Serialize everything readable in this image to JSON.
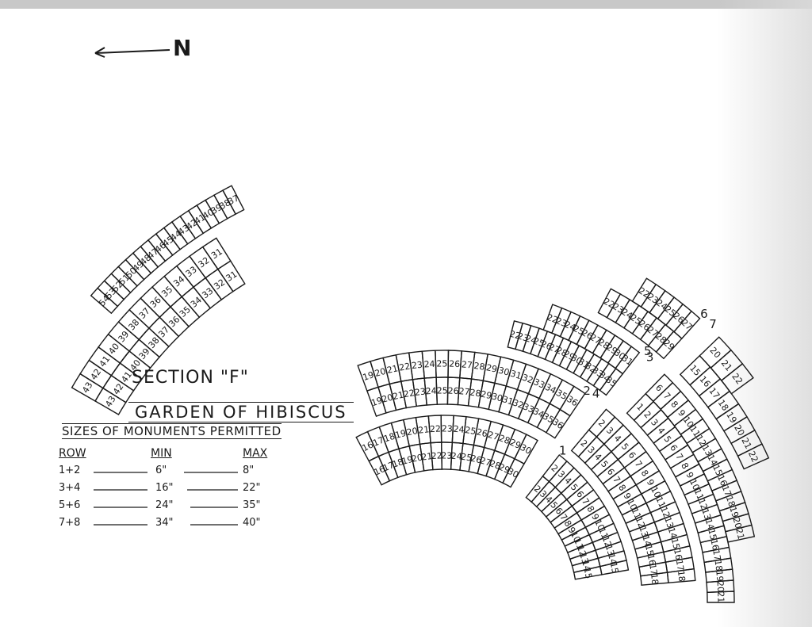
{
  "compass": {
    "label": "N"
  },
  "section_title": "SECTION \"F\"",
  "garden_title": "GARDEN OF HIBISCUS",
  "sizes_title": "SIZES OF MONUMENTS PERMITTED",
  "table": {
    "headers": {
      "row": "ROW",
      "min": "MIN",
      "max": "MAX"
    },
    "rows": [
      {
        "row": "1+2",
        "min": "6\"",
        "max": "8\""
      },
      {
        "row": "3+4",
        "min": "16\"",
        "max": "22\""
      },
      {
        "row": "5+6",
        "min": "24\"",
        "max": "35\""
      },
      {
        "row": "7+8",
        "min": "34\"",
        "max": "40\""
      }
    ]
  },
  "row_markers": [
    "1",
    "2",
    "3",
    "4",
    "5",
    "6",
    "7"
  ],
  "plots": {
    "top_arc_1": [
      "54",
      "53",
      "52",
      "51",
      "50",
      "49",
      "48",
      "47",
      "46",
      "45",
      "44",
      "43",
      "42",
      "41",
      "40",
      "39",
      "38",
      "37"
    ],
    "top_arc_2": [
      "43",
      "42",
      "41",
      "40",
      "39",
      "38",
      "37",
      "36",
      "35",
      "34",
      "33",
      "32",
      "31"
    ],
    "top_arc_3": [
      "43",
      "42",
      "41",
      "40",
      "39",
      "38",
      "37",
      "36",
      "35",
      "34",
      "33",
      "32",
      "31"
    ],
    "rows_1_2": {
      "row_1": [
        "15",
        "14",
        "13",
        "12",
        "11",
        "10",
        "9",
        "8",
        "7",
        "6",
        "5",
        "4",
        "3",
        "2"
      ],
      "row_2": [
        "15",
        "14",
        "13",
        "12",
        "11",
        "10",
        "9",
        "8",
        "7",
        "6",
        "5",
        "4",
        "3",
        "2"
      ],
      "row_1_upper": [
        "30",
        "29",
        "28",
        "27",
        "26",
        "25",
        "24",
        "23",
        "22",
        "21",
        "20",
        "19",
        "18",
        "17",
        "16"
      ],
      "row_2_upper": [
        "30",
        "29",
        "28",
        "27",
        "26",
        "25",
        "24",
        "23",
        "22",
        "21",
        "20",
        "19",
        "18",
        "17",
        "16"
      ]
    },
    "rows_3_4": {
      "row_3": [
        "18",
        "17",
        "16",
        "15",
        "14",
        "13",
        "12",
        "11",
        "10",
        "9",
        "8",
        "7",
        "6",
        "5",
        "4",
        "3",
        "2"
      ],
      "row_4": [
        "18",
        "17",
        "16",
        "15",
        "14",
        "13",
        "12",
        "11",
        "10",
        "9",
        "8",
        "7",
        "6",
        "5",
        "4",
        "3",
        "2"
      ],
      "row_3_upper": [
        "36",
        "35",
        "34",
        "33",
        "32",
        "31",
        "30",
        "29",
        "28",
        "27",
        "26",
        "25",
        "24",
        "23",
        "22",
        "21",
        "20",
        "19"
      ],
      "row_4_upper": [
        "36",
        "35",
        "34",
        "33",
        "32",
        "31",
        "30",
        "29",
        "28",
        "27",
        "26",
        "25",
        "24",
        "23",
        "22",
        "21",
        "20",
        "19"
      ]
    },
    "rows_5_6": {
      "row_5": [
        "21",
        "20",
        "19",
        "18",
        "17",
        "16",
        "15",
        "14",
        "13",
        "12",
        "11",
        "10",
        "9",
        "8",
        "7",
        "6",
        "5",
        "4",
        "3",
        "2",
        "1"
      ],
      "row_6": [
        "21",
        "20",
        "19",
        "18",
        "17",
        "16",
        "15",
        "14",
        "13",
        "12",
        "11",
        "10",
        "9",
        "8",
        "7",
        "6"
      ],
      "row_5_upper": [
        "35",
        "34",
        "33",
        "32",
        "31",
        "30",
        "29",
        "28",
        "27",
        "26",
        "25",
        "24",
        "23",
        "22"
      ],
      "row_6_upper": [
        "31",
        "30",
        "29",
        "28",
        "27",
        "26",
        "25",
        "24",
        "23",
        "22"
      ]
    },
    "rows_7_8": {
      "row_7": [
        "22",
        "21",
        "20",
        "19",
        "18",
        "17",
        "16",
        "15"
      ],
      "row_8": [
        "22",
        "21",
        "20"
      ],
      "row_7_upper": [
        "29",
        "28",
        "27",
        "26",
        "25",
        "24",
        "23",
        "22"
      ],
      "row_8_upper": [
        "27",
        "26",
        "25",
        "24",
        "23",
        "22"
      ]
    }
  },
  "colors": {
    "ink": "#1a1a1a",
    "paper": "#ffffff",
    "scan_band": "#c8c8c8"
  }
}
